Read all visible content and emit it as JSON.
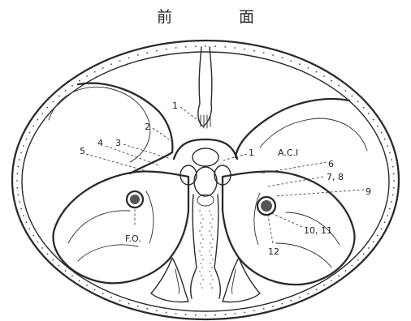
{
  "title": "前 面",
  "labels": [
    {
      "id": "1",
      "text": "1"
    },
    {
      "id": "2",
      "text": "2"
    },
    {
      "id": "3",
      "text": "3"
    },
    {
      "id": "4",
      "text": "4"
    },
    {
      "id": "5",
      "text": "5"
    },
    {
      "id": "1r",
      "text": "1"
    },
    {
      "id": "aci",
      "text": "A.C.I"
    },
    {
      "id": "6",
      "text": "6"
    },
    {
      "id": "78",
      "text": "7, 8"
    },
    {
      "id": "9",
      "text": "9"
    },
    {
      "id": "1011",
      "text": "10, 11"
    },
    {
      "id": "12",
      "text": "12"
    },
    {
      "id": "fo",
      "text": "F.O."
    }
  ],
  "colors": {
    "ink": "#2b2b2b",
    "paper": "#ffffff"
  }
}
